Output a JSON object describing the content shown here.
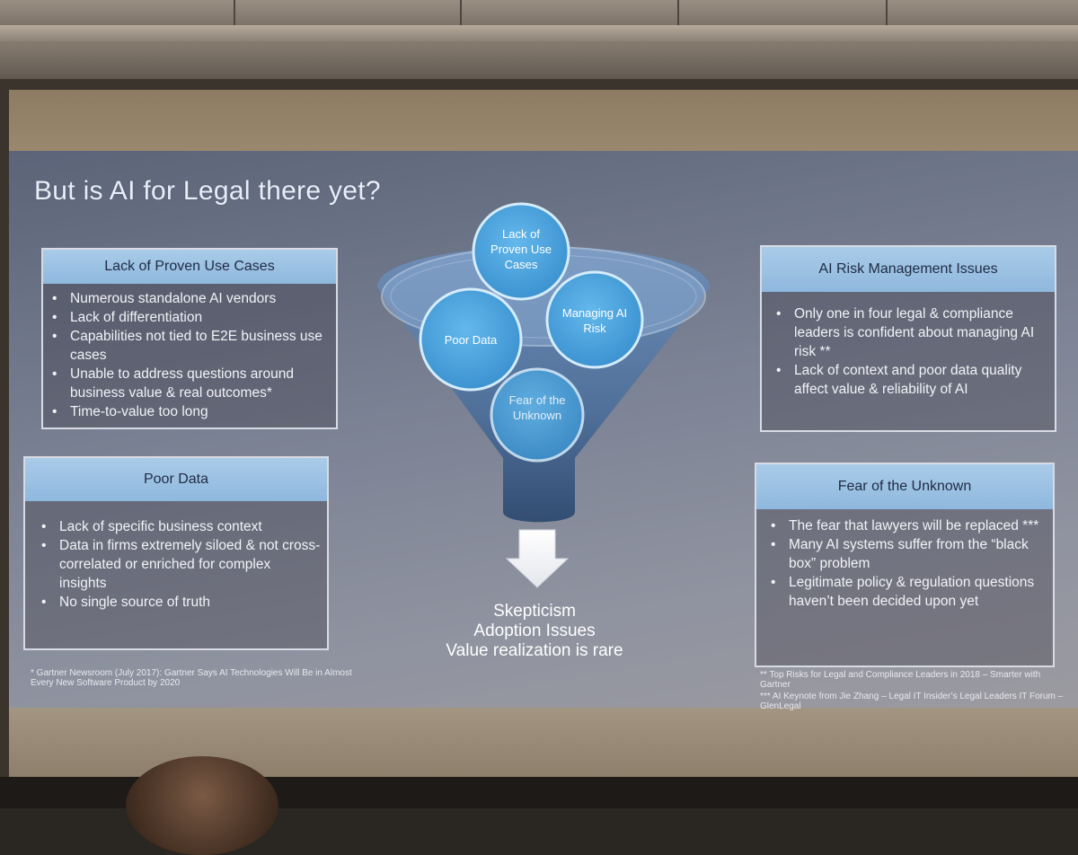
{
  "slide": {
    "title": "But is AI for Legal there yet?"
  },
  "boxes": {
    "proven_use_cases": {
      "header": "Lack of Proven Use Cases",
      "bullets": [
        "Numerous standalone AI vendors",
        "Lack of differentiation",
        "Capabilities not tied to E2E business use cases",
        "Unable to address questions around business value & real outcomes*",
        "Time-to-value too long"
      ]
    },
    "poor_data": {
      "header": "Poor Data",
      "bullets": [
        "Lack of specific business context",
        "Data in firms extremely siloed & not cross-correlated or enriched for complex insights",
        "No single source of truth"
      ]
    },
    "ai_risk": {
      "header": "AI Risk Management Issues",
      "bullets": [
        "Only one in four legal & compliance leaders is confident about managing AI risk **",
        "Lack of context and poor data quality affect value & reliability of AI"
      ]
    },
    "fear": {
      "header": "Fear of the Unknown",
      "bullets": [
        "The fear that lawyers will be replaced ***",
        "Many AI systems suffer from the “black box” problem",
        "Legitimate policy & regulation questions haven’t been decided upon yet"
      ]
    }
  },
  "funnel": {
    "bubbles": {
      "proven": "Lack of Proven Use Cases",
      "risk": "Managing AI Risk",
      "data": "Poor Data",
      "fear": "Fear of the Unknown"
    },
    "outcomes": [
      "Skepticism",
      "Adoption Issues",
      "Value realization is rare"
    ]
  },
  "footnotes": {
    "left": "* Gartner Newsroom (July 2017): Gartner Says AI Technologies Will Be in Almost Every New Software Product by 2020",
    "right_1": "** Top Risks for Legal and Compliance Leaders in 2018 – Smarter with Gartner",
    "right_2": "*** AI Keynote from Jie Zhang – Legal IT Insider’s Legal Leaders IT Forum – GlenLegal"
  },
  "colors": {
    "header_fill": "#a9cbe8",
    "bubble_fill": "#4aa3dd",
    "funnel_fill": "#4d6f9a"
  }
}
